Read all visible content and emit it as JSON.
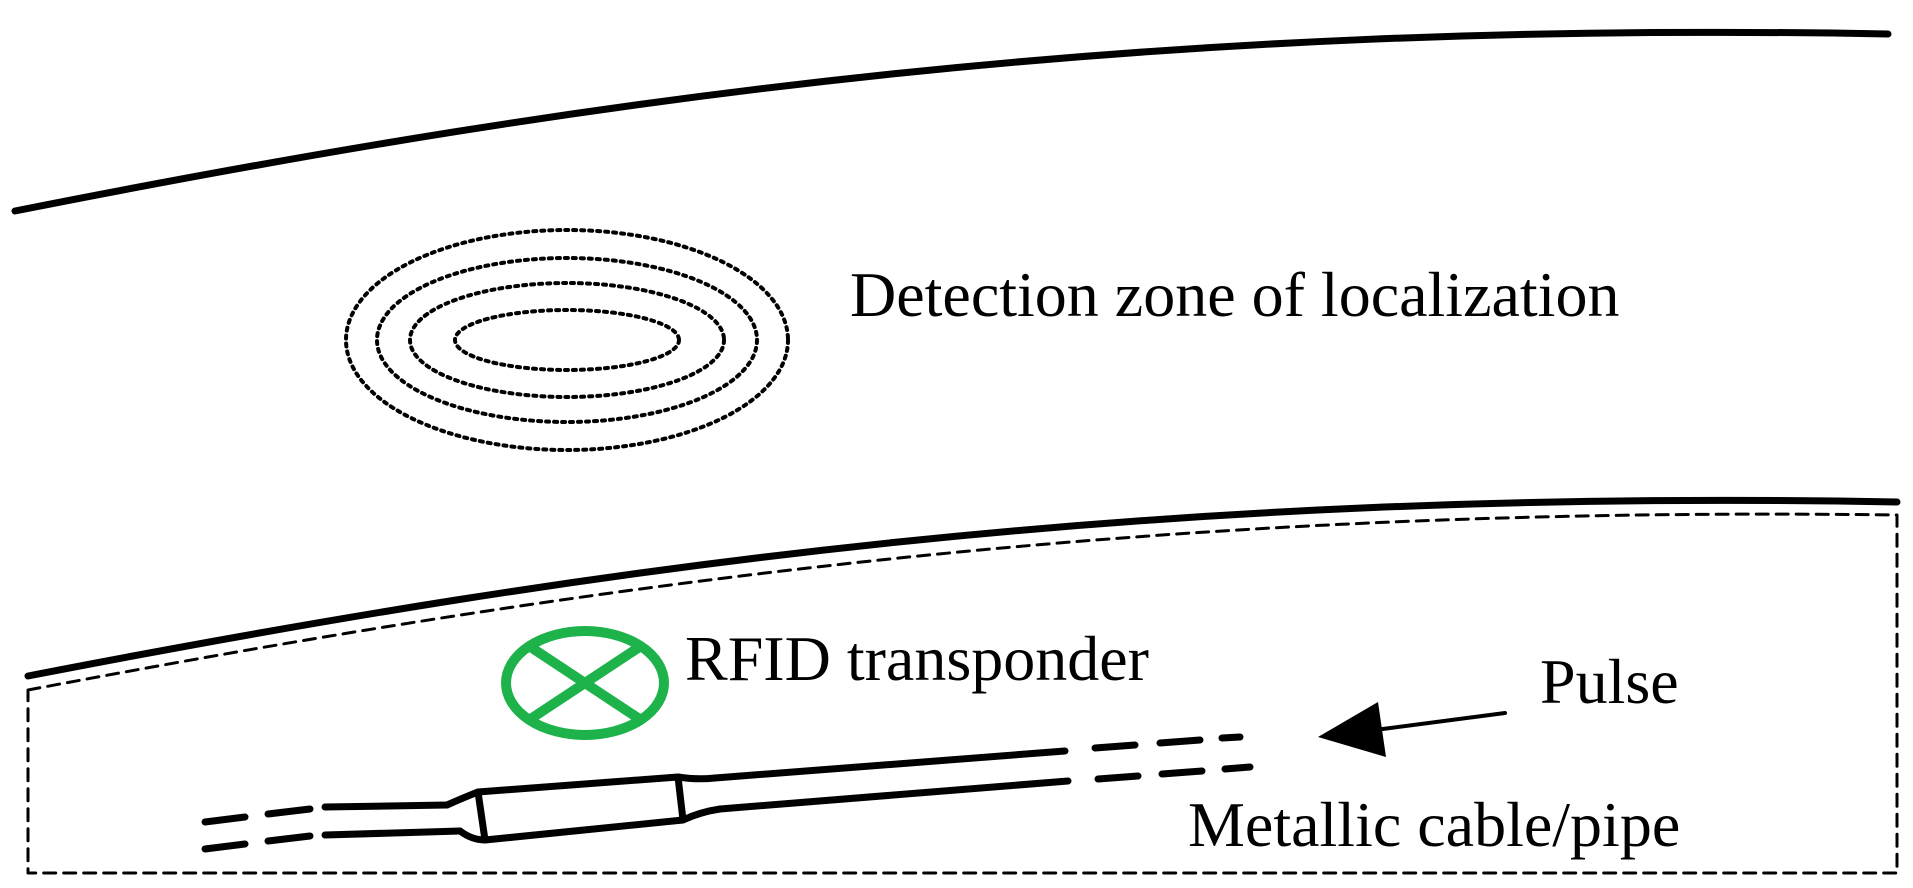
{
  "labels": {
    "detection_zone": "Detection zone of localization",
    "rfid": "RFID transponder",
    "pulse": "Pulse",
    "cable": "Metallic cable/pipe"
  },
  "colors": {
    "ink": "#000000",
    "transponder": "#1db34a",
    "background": "#ffffff"
  },
  "icons": {
    "transponder": "circle-cross-icon",
    "pulse_arrow": "arrow-left-icon"
  }
}
